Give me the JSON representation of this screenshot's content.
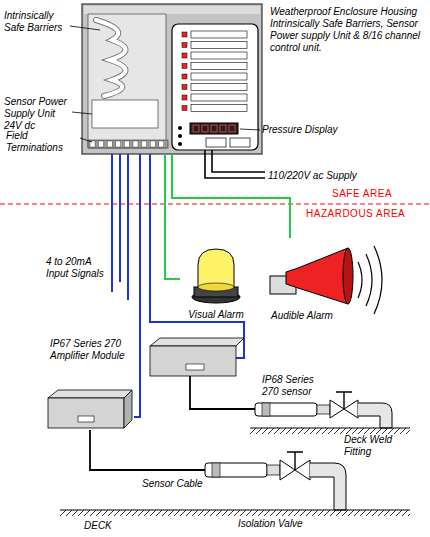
{
  "diagram": {
    "nodes": [
      {
        "text": [
          "Weatherproof Enclosure Housing Intrinsically Safe Barriers, Sensor Power supply Unit & 8/16 channel control unit."
        ]
      },
      {
        "text": [
          "Visual Alarm"
        ]
      },
      {
        "text": [
          "Audible Alarm"
        ]
      },
      {
        "text": [
          "IP67 Series 270 Amplifier Module"
        ]
      }
    ],
    "edges": [
      {
        "from": 0,
        "to": 1,
        "arrow": "none"
      },
      {
        "from": 0,
        "to": 2,
        "arrow": "none"
      },
      {
        "from": 0,
        "to": 3,
        "arrow": "none"
      }
    ],
    "labels": [
      "Intrinsically Safe Barriers",
      "Sensor Power Supply Unit 24V dc",
      "Field Terminations",
      "Pressure Display",
      "110/220V ac Supply",
      "SAFE AREA",
      "HAZARDOUS AREA",
      "4 to 20mA Input Signals",
      "IP68 Series 270 sensor",
      "Deck Weld Fitting",
      "Sensor Cable",
      "Isolation Valve",
      "DECK"
    ]
  }
}
